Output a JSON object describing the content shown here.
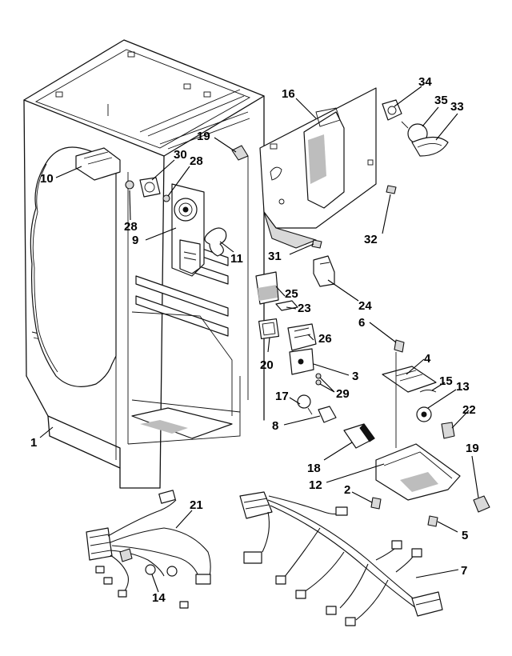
{
  "diagram": {
    "callouts": [
      {
        "id": "1",
        "text": "1"
      },
      {
        "id": "2",
        "text": "2"
      },
      {
        "id": "3",
        "text": "3"
      },
      {
        "id": "4",
        "text": "4"
      },
      {
        "id": "5",
        "text": "5"
      },
      {
        "id": "6",
        "text": "6"
      },
      {
        "id": "7",
        "text": "7"
      },
      {
        "id": "8",
        "text": "8"
      },
      {
        "id": "9",
        "text": "9"
      },
      {
        "id": "10",
        "text": "10"
      },
      {
        "id": "11",
        "text": "11"
      },
      {
        "id": "12",
        "text": "12"
      },
      {
        "id": "13",
        "text": "13"
      },
      {
        "id": "14",
        "text": "14"
      },
      {
        "id": "15",
        "text": "15"
      },
      {
        "id": "16",
        "text": "16"
      },
      {
        "id": "17",
        "text": "17"
      },
      {
        "id": "18",
        "text": "18"
      },
      {
        "id": "19a",
        "text": "19"
      },
      {
        "id": "19b",
        "text": "19"
      },
      {
        "id": "20",
        "text": "20"
      },
      {
        "id": "21",
        "text": "21"
      },
      {
        "id": "22",
        "text": "22"
      },
      {
        "id": "23",
        "text": "23"
      },
      {
        "id": "24",
        "text": "24"
      },
      {
        "id": "25",
        "text": "25"
      },
      {
        "id": "26",
        "text": "26"
      },
      {
        "id": "28a",
        "text": "28"
      },
      {
        "id": "28b",
        "text": "28"
      },
      {
        "id": "29",
        "text": "29"
      },
      {
        "id": "30",
        "text": "30"
      },
      {
        "id": "31",
        "text": "31"
      },
      {
        "id": "32",
        "text": "32"
      },
      {
        "id": "33",
        "text": "33"
      },
      {
        "id": "34",
        "text": "34"
      },
      {
        "id": "35",
        "text": "35"
      }
    ]
  }
}
